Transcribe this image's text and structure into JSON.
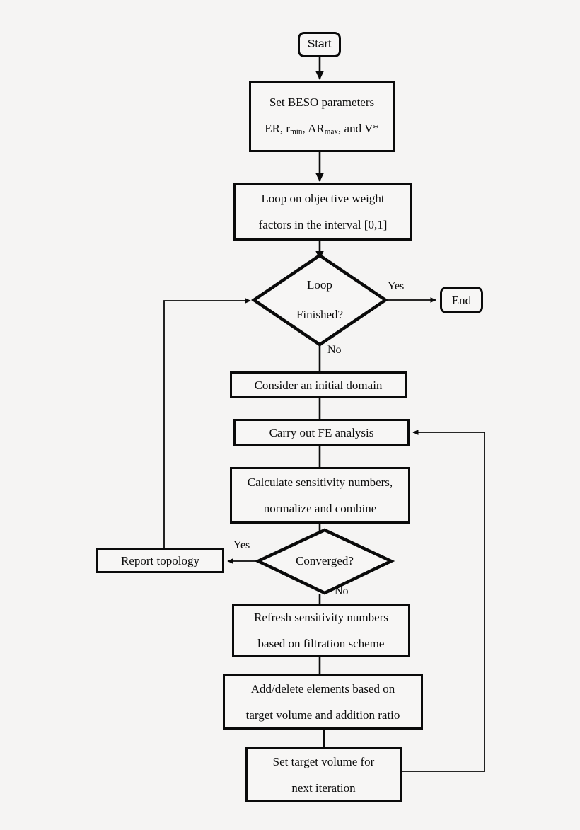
{
  "diagram": {
    "title": "BESO topology optimization flowchart",
    "background_color": "#f5f4f3",
    "line_color": "#0a0a0a"
  },
  "nodes": {
    "start": {
      "label": "Start",
      "shape": "terminal"
    },
    "set_params": {
      "line1": "Set BESO parameters",
      "line2_pre": "ER, r",
      "line2_sub1": "min",
      "line2_mid": ", AR",
      "line2_sub2": "max",
      "line2_post": ", and V*",
      "shape": "process"
    },
    "loop_weights": {
      "line1": "Loop on objective weight",
      "line2": "factors in the interval [0,1]",
      "shape": "process"
    },
    "loop_finished": {
      "line1": "Loop",
      "line2": "Finished?",
      "shape": "decision"
    },
    "end": {
      "label": "End",
      "shape": "terminal"
    },
    "initial_domain": {
      "line1": "Consider an initial domain",
      "shape": "process"
    },
    "fe_analysis": {
      "line1": "Carry out FE analysis",
      "shape": "process"
    },
    "calc_sensitivity": {
      "line1": "Calculate sensitivity numbers,",
      "line2": "normalize and combine",
      "shape": "process"
    },
    "converged": {
      "line1": "Converged?",
      "shape": "decision"
    },
    "report_topology": {
      "line1": "Report topology",
      "shape": "process"
    },
    "refresh_sensitivity": {
      "line1": "Refresh sensitivity numbers",
      "line2": "based on filtration scheme",
      "shape": "process"
    },
    "add_delete": {
      "line1": "Add/delete elements based on",
      "line2": "target volume and addition ratio",
      "shape": "process"
    },
    "set_target_volume": {
      "line1": "Set target volume for",
      "line2": "next iteration",
      "shape": "process"
    }
  },
  "edge_labels": {
    "loop_yes": "Yes",
    "loop_no": "No",
    "converged_yes": "Yes",
    "converged_no": "No"
  }
}
